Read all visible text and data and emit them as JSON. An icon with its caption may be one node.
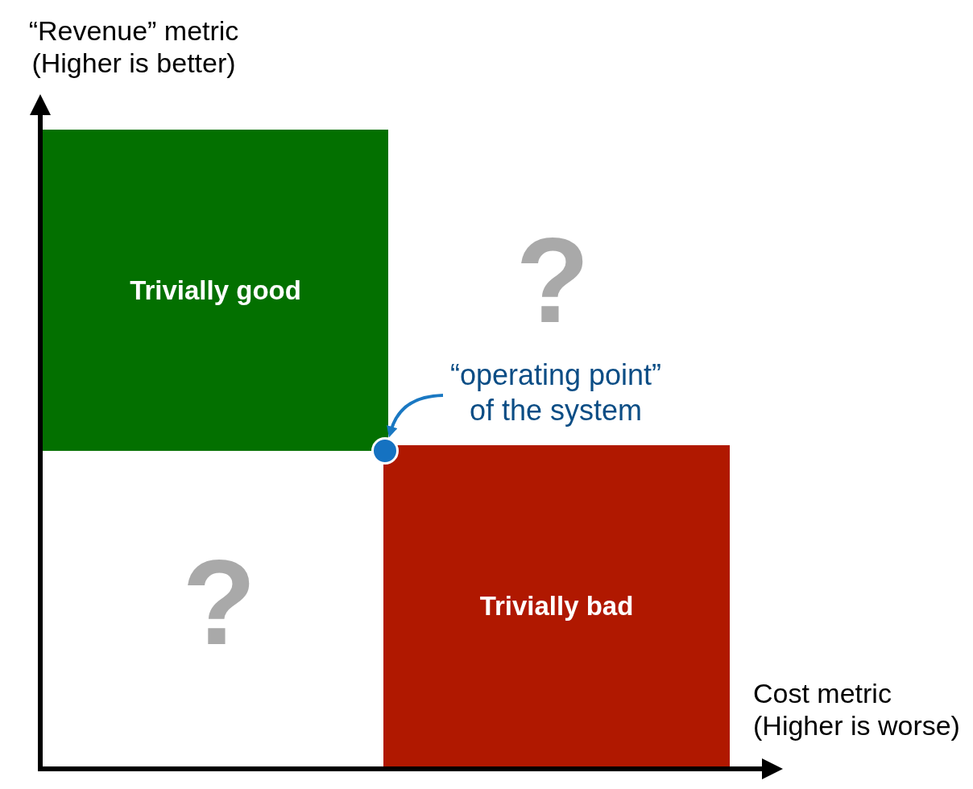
{
  "diagram": {
    "nodes": [
      {
        "text": [
          "Trivially good"
        ]
      },
      {
        "text": [
          "Trivially bad"
        ]
      },
      {
        "text": [
          "“operating point” of the system"
        ]
      },
      {
        "text": [],
        "shape": "circle"
      }
    ],
    "edges": [
      {
        "from": 2,
        "to": 3,
        "arrow": "to"
      }
    ],
    "labels": [
      "“Revenue” metric (Higher is better)",
      "?",
      "?",
      "Cost metric (Higher is worse)"
    ]
  }
}
